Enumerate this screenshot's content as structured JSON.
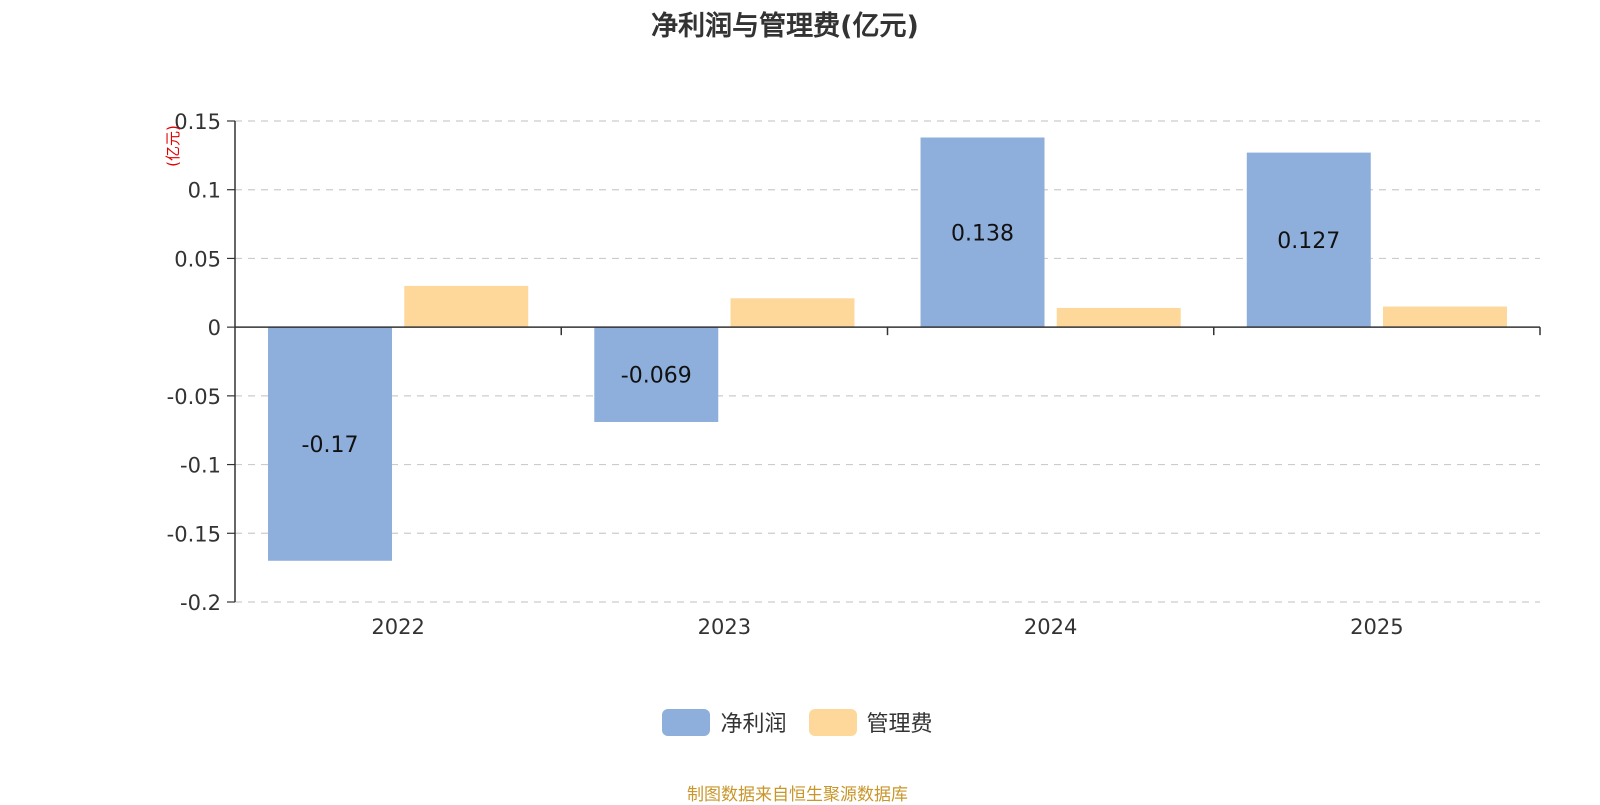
{
  "chart_data": {
    "type": "bar",
    "title": "净利润与管理费(亿元)",
    "ylabel": "(亿元)",
    "xlabel": "",
    "categories": [
      "2022",
      "2023",
      "2024",
      "2025"
    ],
    "series": [
      {
        "name": "净利润",
        "values": [
          -0.17,
          -0.069,
          0.138,
          0.127
        ],
        "color": "#8eaedb",
        "show_labels": true
      },
      {
        "name": "管理费",
        "values": [
          0.03,
          0.021,
          0.014,
          0.015
        ],
        "color": "#fdd89a",
        "show_labels": false
      }
    ],
    "ylim": [
      -0.2,
      0.15
    ],
    "yticks": [
      0.15,
      0.1,
      0.05,
      0,
      -0.05,
      -0.1,
      -0.15,
      -0.2
    ],
    "ytick_labels": [
      "0.15",
      "0.1",
      "0.05",
      "0",
      "-0.05",
      "-0.1",
      "-0.15",
      "-0.2"
    ],
    "grid": true,
    "legend_position": "bottom-center"
  },
  "source_note": "制图数据来自恒生聚源数据库",
  "colors": {
    "axis": "#333333",
    "grid": "#cccccc",
    "ylabel": "#e00000",
    "source": "#c8962a"
  }
}
